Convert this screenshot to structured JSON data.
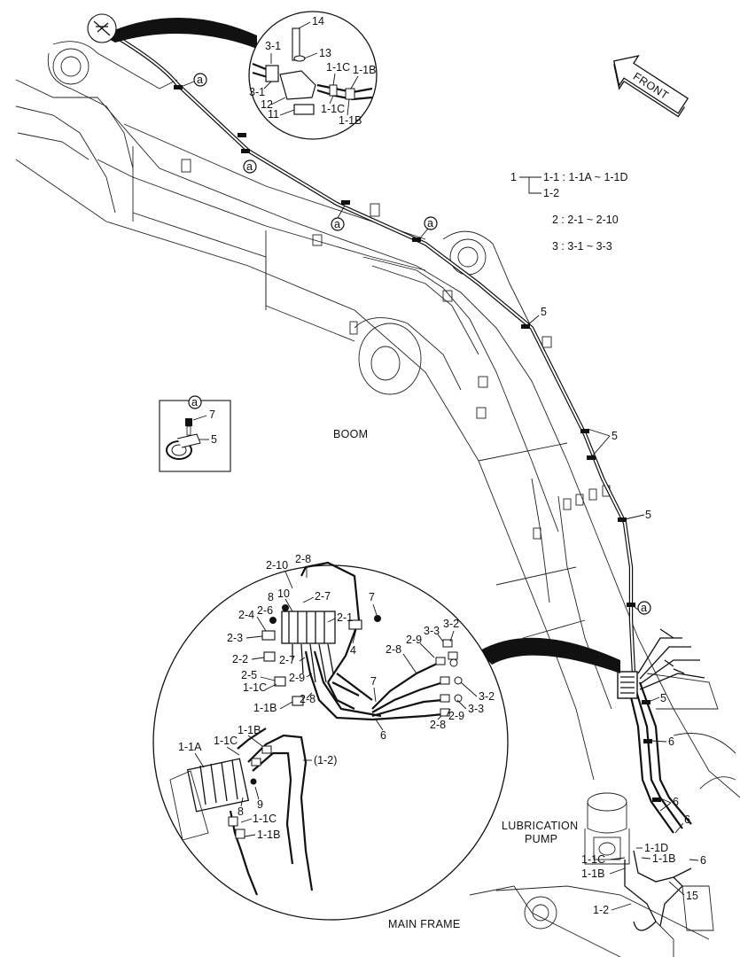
{
  "labels": {
    "front": "FRONT",
    "boom": "BOOM",
    "main_frame": "MAIN FRAME",
    "lubrication_pump_1": "LUBRICATION",
    "lubrication_pump_2": "PUMP",
    "legend_1": "1",
    "legend_1_1": "1-1 : 1-1A ~ 1-1D",
    "legend_1_2": "1-2",
    "legend_2": "2 : 2-1 ~ 2-10",
    "legend_3": "3 : 3-1 ~ 3-3",
    "detail_a": "a"
  },
  "callouts": {
    "c14": "14",
    "c13": "13",
    "c3_1a": "3-1",
    "c3_1b": "3-1",
    "c12": "12",
    "c11": "11",
    "c1_1C_a": "1-1C",
    "c1_1B_a": "1-1B",
    "c1_1C_b": "1-1C",
    "c1_1B_b": "1-1B",
    "c5_a": "5",
    "c5_b": "5",
    "c5_c": "5",
    "c5_d": "5",
    "c5_e": "5",
    "c7_box": "7",
    "c5_box": "5",
    "c6_a": "6",
    "c6_b": "6",
    "c6_c": "6",
    "c6_d": "6",
    "c1_1D": "1-1D",
    "c1_1C_p": "1-1C",
    "c1_1B_p1": "1-1B",
    "c1_1B_p2": "1-1B",
    "c15": "15",
    "c1_2": "1-2",
    "d2_10": "2-10",
    "d2_8a": "2-8",
    "d8a": "8",
    "d10": "10",
    "d2_7a": "2-7",
    "d7a": "7",
    "d2_4": "2-4",
    "d2_6": "2-6",
    "d2_1": "2-1",
    "d2_3": "2-3",
    "d4": "4",
    "d2_2": "2-2",
    "d2_7b": "2-7",
    "d2_5": "2-5",
    "d2_9a": "2-9",
    "d1_1C_a": "1-1C",
    "d1_1B_a": "1-1B",
    "d2_8b": "2-8",
    "d7b": "7",
    "d6": "6",
    "d3_3a": "3-3",
    "d3_2a": "3-2",
    "d2_9b": "2-9",
    "d2_8c": "2-8",
    "d3_2b": "3-2",
    "d3_3b": "3-3",
    "d2_9c": "2-9",
    "d2_8d": "2-8",
    "d1_1A": "1-1A",
    "d1_1C_b": "1-1C",
    "d1_1B_b": "1-1B",
    "d1_2": "(1-2)",
    "d8b": "8",
    "d9": "9",
    "d1_1C_c": "1-1C",
    "d1_1B_c": "1-1B"
  }
}
